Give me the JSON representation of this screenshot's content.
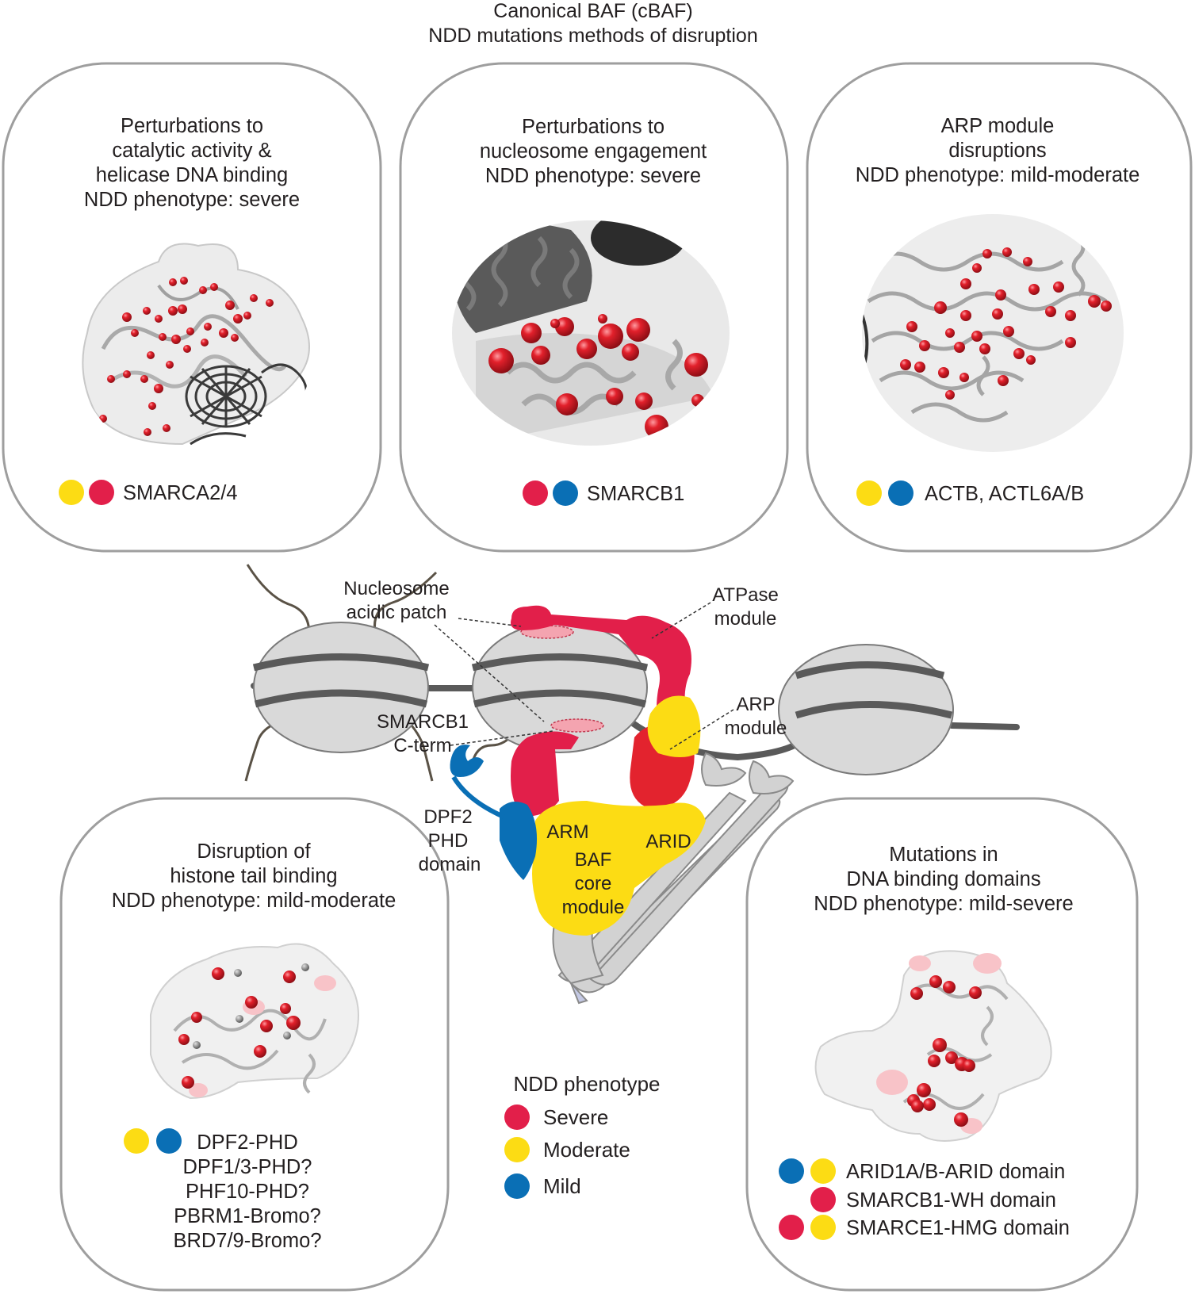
{
  "title": {
    "line1": "Canonical BAF (cBAF)",
    "line2": "NDD mutations methods of disruption"
  },
  "colors": {
    "severe": "#e21f4a",
    "moderate": "#fcdc14",
    "mild": "#0a6fb5",
    "panel_border": "#9e9e9e",
    "structure_grey": "#b8b8b8",
    "dna_dark": "#3a3a3a"
  },
  "panels": {
    "catalytic": {
      "heading": [
        "Perturbations to",
        "catalytic activity &",
        "helicase DNA binding",
        "NDD phenotype: severe"
      ],
      "dots": [
        "moderate",
        "severe"
      ],
      "gene_lines": [
        "SMARCA2/4"
      ]
    },
    "nucleosome": {
      "heading": [
        "Perturbations to",
        "nucleosome engagement",
        "NDD phenotype: severe"
      ],
      "dots": [
        "severe",
        "mild"
      ],
      "gene_lines": [
        "SMARCB1"
      ]
    },
    "arp": {
      "heading": [
        "ARP module",
        "disruptions",
        "NDD phenotype: mild-moderate"
      ],
      "dots": [
        "moderate",
        "mild"
      ],
      "gene_lines": [
        "ACTB, ACTL6A/B"
      ]
    },
    "histone": {
      "heading": [
        "Disruption of",
        "histone tail binding",
        "NDD phenotype: mild-moderate"
      ],
      "dots": [
        "moderate",
        "mild"
      ],
      "gene_lines": [
        "DPF2-PHD",
        "DPF1/3-PHD?",
        "PHF10-PHD?",
        "PBRM1-Bromo?",
        "BRD7/9-Bromo?"
      ]
    },
    "dna_binding": {
      "heading": [
        "Mutations in",
        "DNA binding domains",
        "NDD phenotype: mild-severe"
      ],
      "rows": [
        {
          "dots": [
            "mild",
            "moderate"
          ],
          "label": "ARID1A/B-ARID domain"
        },
        {
          "dots": [
            "severe"
          ],
          "label": "SMARCB1-WH domain"
        },
        {
          "dots": [
            "severe",
            "moderate"
          ],
          "label": "SMARCE1-HMG domain"
        }
      ]
    }
  },
  "schematic": {
    "nucleosome_acidic_patch": [
      "Nucleosome",
      "acidic patch"
    ],
    "atpase_module": [
      "ATPase",
      "module"
    ],
    "arp_module": [
      "ARP",
      "module"
    ],
    "smarcb1_cterm": [
      "SMARCB1",
      "C-term"
    ],
    "dpf2_phd_domain": [
      "DPF2",
      "PHD",
      "domain"
    ],
    "arm": "ARM",
    "arid": "ARID",
    "baf_core_module": [
      "BAF",
      "core",
      "module"
    ]
  },
  "legend": {
    "title": "NDD phenotype",
    "items": [
      {
        "key": "severe",
        "label": "Severe"
      },
      {
        "key": "moderate",
        "label": "Moderate"
      },
      {
        "key": "mild",
        "label": "Mild"
      }
    ]
  }
}
